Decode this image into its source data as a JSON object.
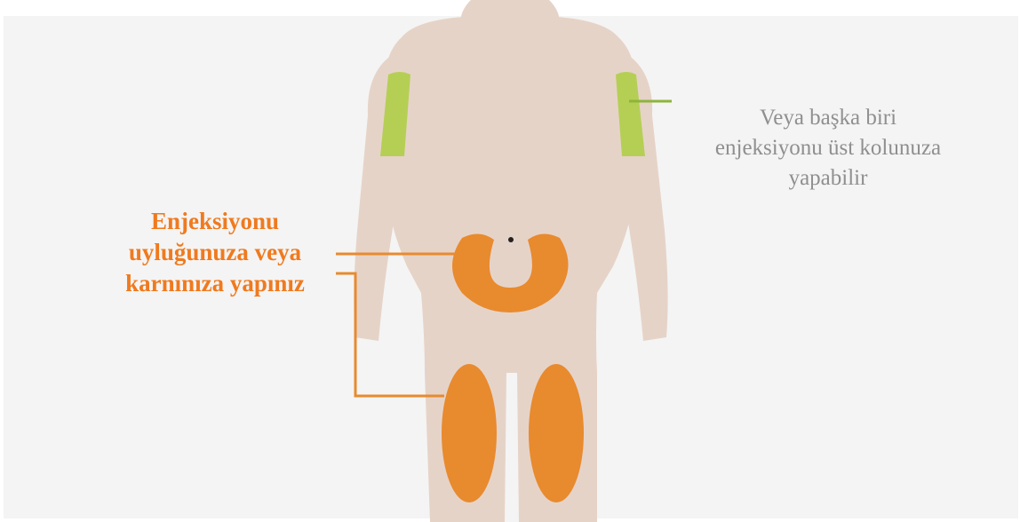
{
  "labels": {
    "self_injection": {
      "lines": [
        "Enjeksiyonu",
        "uyluğunuza veya",
        "karnınıza yapınız"
      ]
    },
    "other_person": {
      "lines": [
        "Veya başka biri",
        "enjeksiyonu üst kolunuza",
        "yapabilir"
      ]
    }
  },
  "colors": {
    "background_panel": "#f4f4f4",
    "body_silhouette": "#e6d3c8",
    "self_site": "#e88a2e",
    "self_text": "#f07a1e",
    "arm_site": "#b5cf55",
    "arm_connector": "#8fb43a",
    "other_text": "#8f8f8f",
    "navel": "#222222"
  }
}
